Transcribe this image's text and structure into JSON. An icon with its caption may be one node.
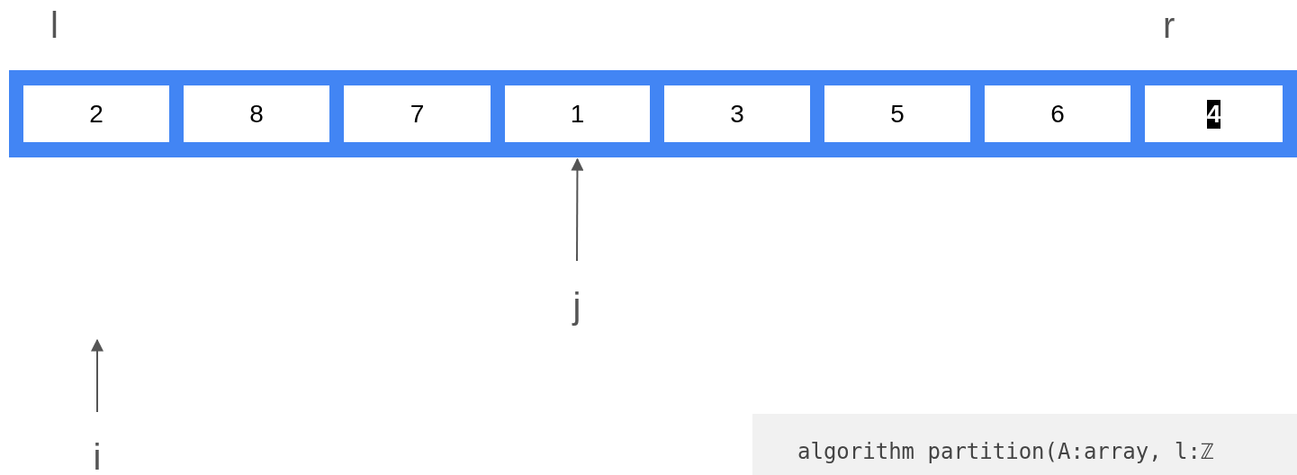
{
  "diagram": {
    "nodes": [
      {
        "text": [],
        "shape": "bar"
      },
      {
        "text": [
          "2"
        ],
        "in": 0
      },
      {
        "text": [
          "8"
        ],
        "in": 0
      },
      {
        "text": [
          "7"
        ],
        "in": 0
      },
      {
        "text": [
          "1"
        ],
        "in": 0
      },
      {
        "text": [
          "3"
        ],
        "in": 0
      },
      {
        "text": [
          "5"
        ],
        "in": 0
      },
      {
        "text": [
          "6"
        ],
        "in": 0
      },
      {
        "text": [
          "4"
        ],
        "in": 0
      },
      {
        "text": [
          "j"
        ]
      },
      {
        "text": [
          "i"
        ]
      }
    ],
    "edges": [
      {
        "from": 9,
        "to": 4,
        "arrow": "to"
      },
      {
        "from": 10,
        "to": null,
        "arrow": "to"
      }
    ],
    "labels": [
      "l",
      "r",
      "algorithm partition(A:array, l:ℤ"
    ]
  }
}
